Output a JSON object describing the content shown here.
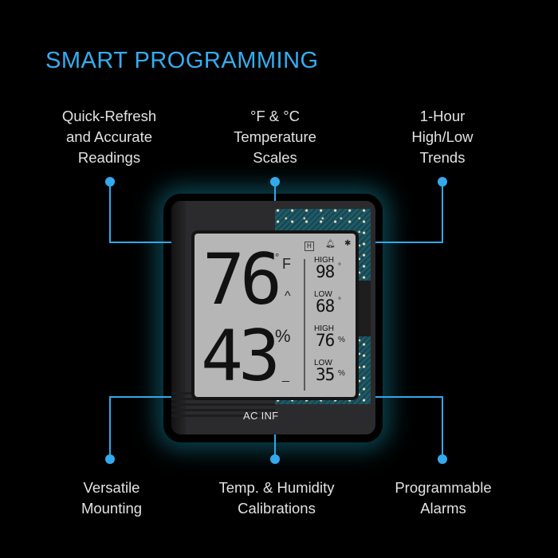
{
  "title": "SMART PROGRAMMING",
  "accent_color": "#34aef0",
  "features_top": [
    {
      "lines": [
        "Quick-Refresh",
        "and Accurate",
        "Readings"
      ]
    },
    {
      "lines": [
        "°F & °C",
        "Temperature",
        "Scales"
      ]
    },
    {
      "lines": [
        "1-Hour",
        "High/Low",
        "Trends"
      ]
    }
  ],
  "features_bottom": [
    {
      "lines": [
        "Versatile",
        "Mounting"
      ]
    },
    {
      "lines": [
        "Temp. & Humidity",
        "Calibrations"
      ]
    },
    {
      "lines": [
        "Programmable",
        "Alarms"
      ]
    }
  ],
  "device": {
    "brand": "AC INF",
    "status_icons": [
      "H",
      "bell-icon",
      "bluetooth-icon"
    ],
    "temperature": "76",
    "temperature_unit_deg": "°",
    "temperature_unit": "F",
    "trend_up": "^",
    "humidity": "43",
    "humidity_unit": "%",
    "trend_flat": "_",
    "stats": [
      {
        "label": "HIGH",
        "value": "98",
        "unit": "°"
      },
      {
        "label": "LOW",
        "value": "68",
        "unit": "°"
      },
      {
        "label": "HIGH",
        "value": "76",
        "unit": "%"
      },
      {
        "label": "LOW",
        "value": "35",
        "unit": "%"
      }
    ]
  }
}
